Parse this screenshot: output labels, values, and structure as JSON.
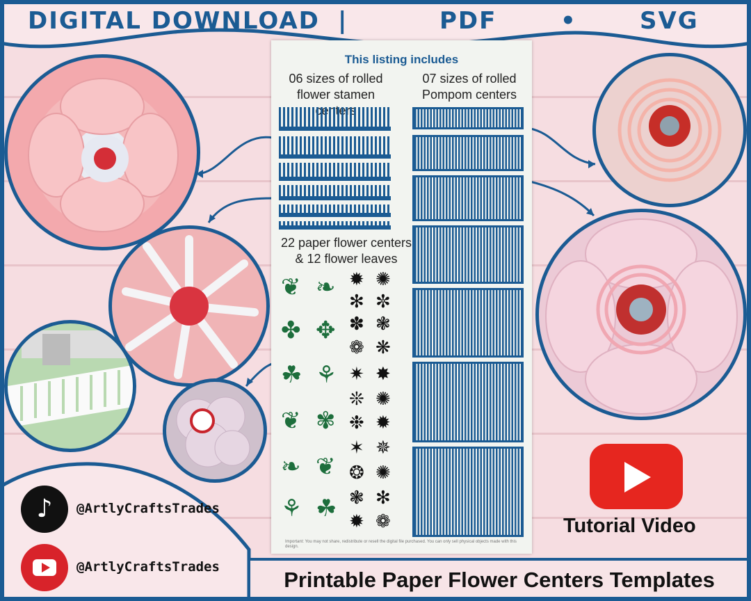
{
  "banner": {
    "digital_download": "DIGITAL DOWNLOAD",
    "separator_bar": "|",
    "format_pdf": "PDF",
    "separator_dot": "•",
    "format_svg": "SVG"
  },
  "sheet": {
    "title": "This listing includes",
    "stamen_label_line1": "06 sizes of rolled",
    "stamen_label_line2": "flower stamen centers",
    "pompom_label_line1": "07 sizes of rolled",
    "pompom_label_line2": "Pompom centers",
    "centers_label_line1": "22 paper flower centers",
    "centers_label_line2": "& 12 flower leaves",
    "fine_print": "Important: You may not share, redistribute or resell the digital file purchased. You can only sell physical objects made with this design."
  },
  "social": {
    "tiktok_handle": "@ArtlyCraftsTrades",
    "youtube_handle": "@ArtlyCraftsTrades"
  },
  "tutorial": {
    "label": "Tutorial Video"
  },
  "footer": {
    "title": "Printable Paper Flower Centers Templates"
  },
  "colors": {
    "brand_blue": "#1b5b93",
    "background_pink": "#f6dde1",
    "youtube_red": "#e6261f",
    "leaf_green": "#1d6e3c"
  }
}
